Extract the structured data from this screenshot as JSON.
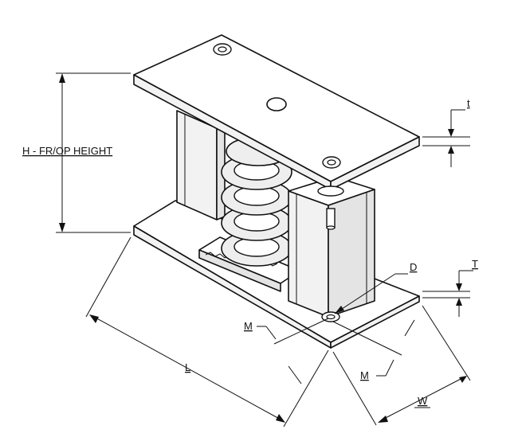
{
  "diagram": {
    "labels": {
      "height": "H - FR/OP HEIGHT",
      "top_plate_thickness": "t",
      "base_plate_thickness": "T",
      "hole_diameter": "D",
      "hole_offset_1": "M",
      "hole_offset_2": "M",
      "length": "L",
      "width": "W"
    }
  }
}
